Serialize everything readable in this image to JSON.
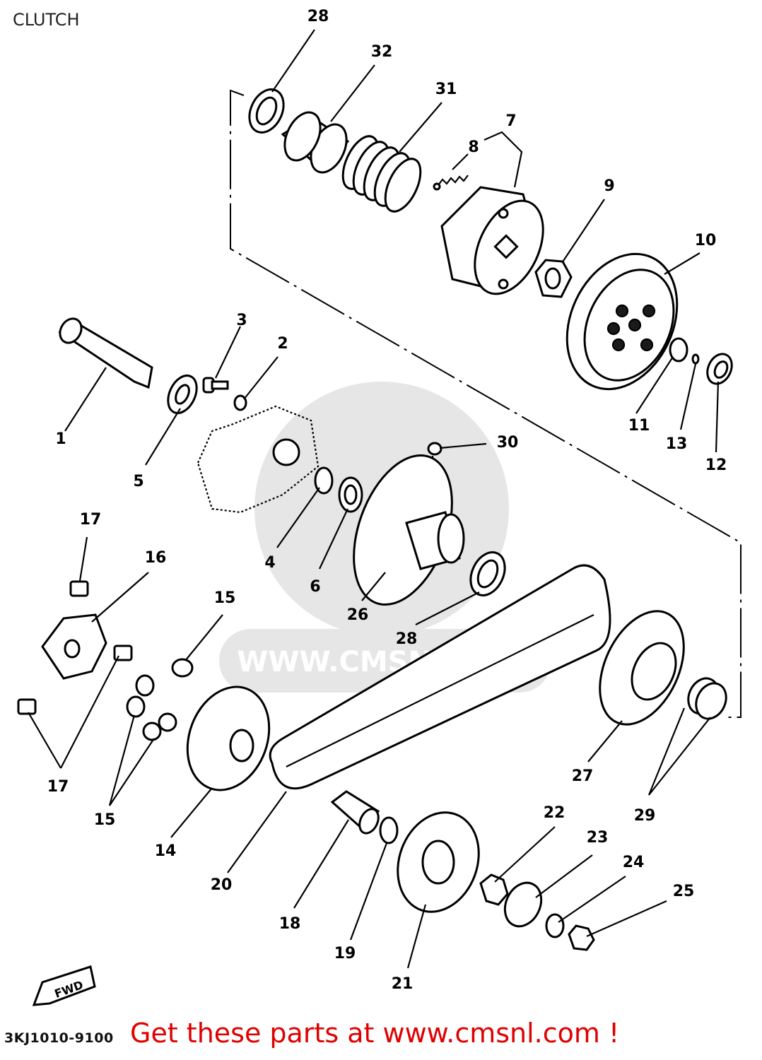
{
  "title": "CLUTCH",
  "diagram_code": "3KJ1010-9100",
  "cta": "Get these parts at www.cmsnl.com !",
  "watermark": "WWW.CMSNL.COM",
  "fwd_label": "FWD",
  "labels": {
    "p1": "1",
    "p2": "2",
    "p3": "3",
    "p4": "4",
    "p5": "5",
    "p6": "6",
    "p7": "7",
    "p8": "8",
    "p9": "9",
    "p10": "10",
    "p11": "11",
    "p12": "12",
    "p13": "13",
    "p14": "14",
    "p15": "15",
    "p16": "16",
    "p17": "17",
    "p18": "18",
    "p19": "19",
    "p20": "20",
    "p21": "21",
    "p22": "22",
    "p23": "23",
    "p24": "24",
    "p25": "25",
    "p26": "26",
    "p27": "27",
    "p28": "28",
    "p29": "29",
    "p30": "30",
    "p31": "31",
    "p32": "32"
  }
}
